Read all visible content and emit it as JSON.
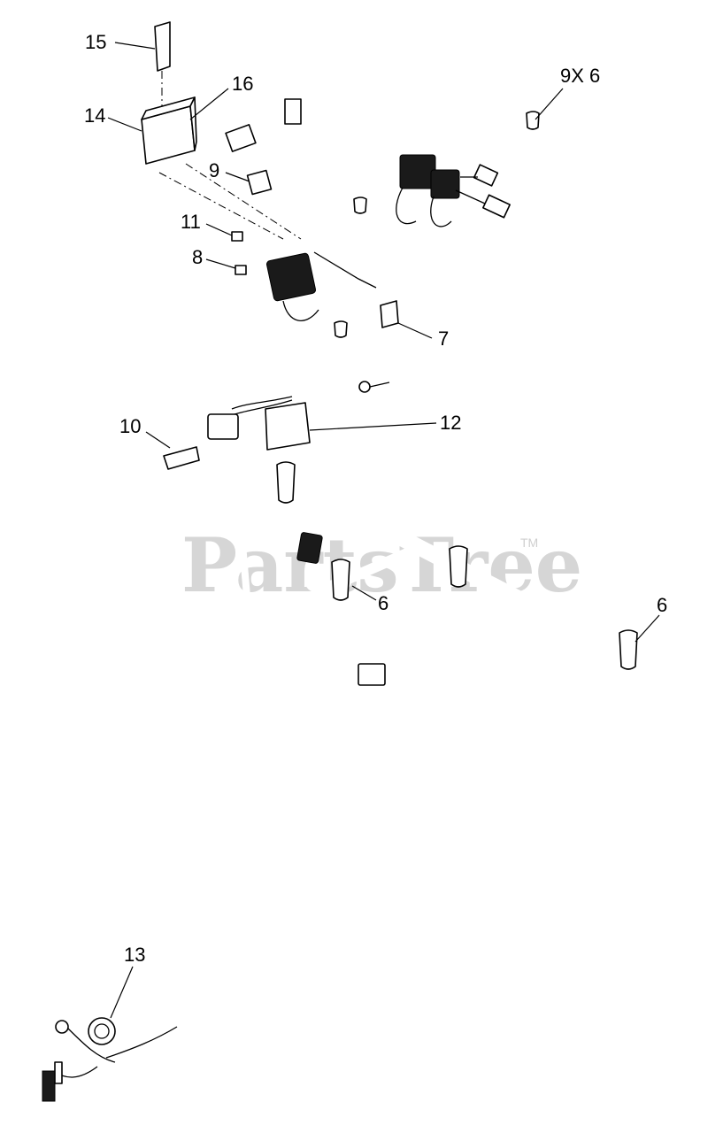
{
  "watermark": {
    "text": "PartsTree",
    "trademark": "TM"
  },
  "callouts": [
    {
      "id": "15",
      "label": "15"
    },
    {
      "id": "16",
      "label": "16"
    },
    {
      "id": "14",
      "label": "14"
    },
    {
      "id": "9x6",
      "label": "9X 6"
    },
    {
      "id": "9",
      "label": "9"
    },
    {
      "id": "11",
      "label": "11"
    },
    {
      "id": "8",
      "label": "8"
    },
    {
      "id": "7",
      "label": "7"
    },
    {
      "id": "12",
      "label": "12"
    },
    {
      "id": "10",
      "label": "10"
    },
    {
      "id": "6a",
      "label": "6"
    },
    {
      "id": "6b",
      "label": "6"
    },
    {
      "id": "13",
      "label": "13"
    }
  ]
}
